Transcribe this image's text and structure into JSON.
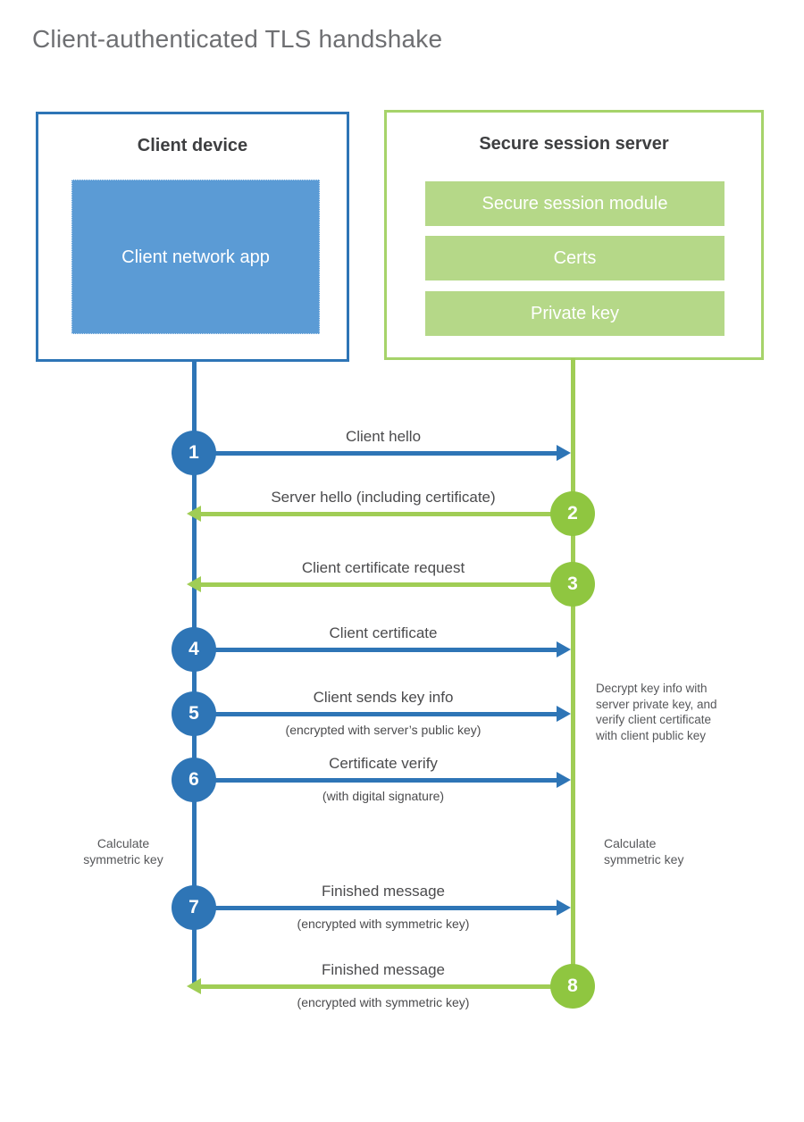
{
  "title": "Client-authenticated TLS handshake",
  "colors": {
    "blue": "#2e75b6",
    "blue-fill": "#5b9bd5",
    "green": "#8fc640",
    "green-line": "#a0cd55",
    "green-border": "#a6d36a",
    "green-fill": "#b5d888"
  },
  "client": {
    "title": "Client device",
    "app_label": "Client network app"
  },
  "server": {
    "title": "Secure session server",
    "modules": [
      "Secure session module",
      "Certs",
      "Private key"
    ]
  },
  "steps": [
    {
      "number": "1",
      "label": "Client hello",
      "sublabel": "",
      "direction": "client-to-server"
    },
    {
      "number": "2",
      "label": "Server hello (including certificate)",
      "sublabel": "",
      "direction": "server-to-client"
    },
    {
      "number": "3",
      "label": "Client certificate request",
      "sublabel": "",
      "direction": "server-to-client"
    },
    {
      "number": "4",
      "label": "Client certificate",
      "sublabel": "",
      "direction": "client-to-server"
    },
    {
      "number": "5",
      "label": "Client sends key info",
      "sublabel": "(encrypted with server’s public key)",
      "direction": "client-to-server"
    },
    {
      "number": "6",
      "label": "Certificate verify",
      "sublabel": "(with digital signature)",
      "direction": "client-to-server"
    },
    {
      "number": "7",
      "label": "Finished message",
      "sublabel": "(encrypted with symmetric key)",
      "direction": "client-to-server"
    },
    {
      "number": "8",
      "label": "Finished message",
      "sublabel": "(encrypted with symmetric key)",
      "direction": "server-to-client"
    }
  ],
  "notes": {
    "client_calc": [
      "Calculate",
      "symmetric key"
    ],
    "server_calc": [
      "Calculate",
      "symmetric key"
    ],
    "decrypt": [
      "Decrypt key info with",
      "server private key, and",
      "verify client certificate",
      "with client public key"
    ]
  }
}
